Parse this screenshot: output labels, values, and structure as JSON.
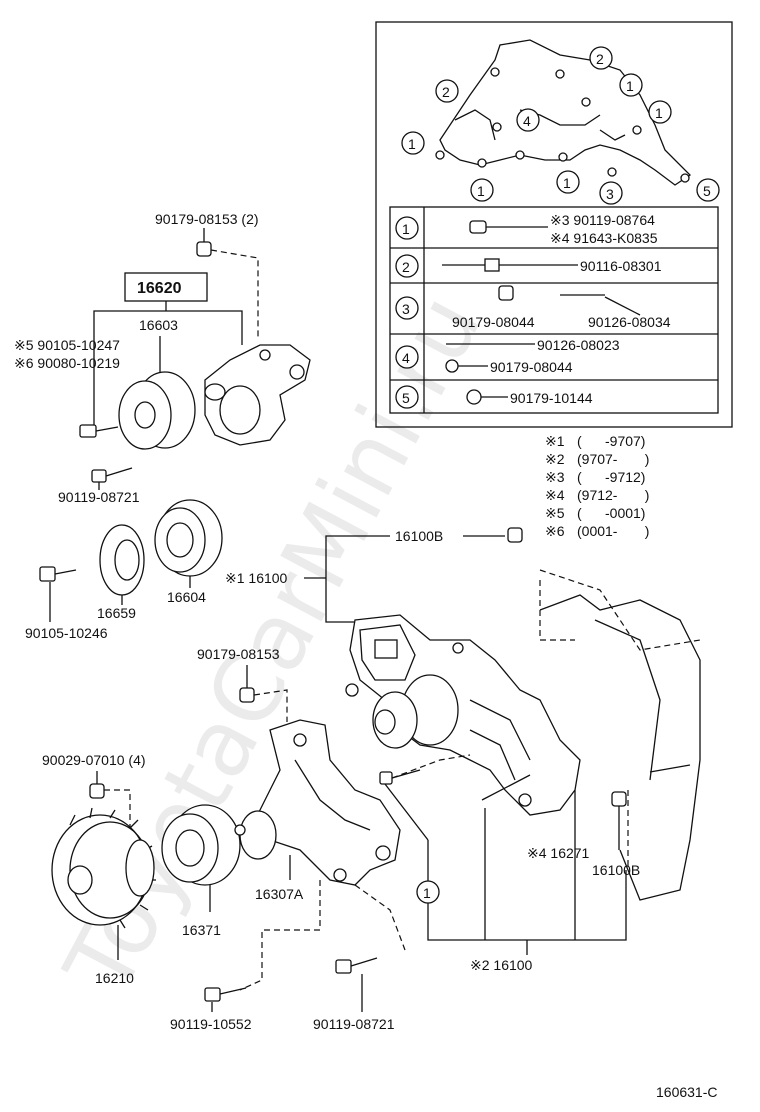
{
  "watermark": "ToyotaCarMini.ru",
  "diagram_code": "160631-C",
  "highlight_label": "16620",
  "labels": {
    "p90179_08153_2": "90179-08153 (2)",
    "p16603": "16603",
    "p90105_10247": "※5 90105-10247",
    "p90080_10219": "※6 90080-10219",
    "p90119_08721_top": "90119-08721",
    "p16659": "16659",
    "p16604": "16604",
    "p90105_10246": "90105-10246",
    "p16100B_top": "16100B",
    "p16100_main": "※1 16100",
    "p90179_08153": "90179-08153",
    "p90029_07010": "90029-07010 (4)",
    "p16307A": "16307A",
    "p16371": "16371",
    "p16210": "16210",
    "p90119_10552": "90119-10552",
    "p90119_08721_bot": "90119-08721",
    "p16271": "※4 16271",
    "p16100B_right": "16100B",
    "p16100_bottom": "※2 16100",
    "callout_1": "1"
  },
  "inset": {
    "markers": [
      "1",
      "2",
      "3",
      "4",
      "5"
    ],
    "rows": [
      {
        "num": "1",
        "parts": [
          "※3 90119-08764",
          "※4 91643-K0835"
        ]
      },
      {
        "num": "2",
        "parts": [
          "90116-08301"
        ]
      },
      {
        "num": "3",
        "parts": [
          "90179-08044",
          "90126-08034"
        ]
      },
      {
        "num": "4",
        "parts": [
          "90126-08023",
          "90179-08044"
        ]
      },
      {
        "num": "5",
        "parts": [
          "90179-10144"
        ]
      }
    ]
  },
  "footnotes": [
    {
      "mark": "※1",
      "range": "(      -9707)"
    },
    {
      "mark": "※2",
      "range": "(9707-       )"
    },
    {
      "mark": "※3",
      "range": "(      -9712)"
    },
    {
      "mark": "※4",
      "range": "(9712-       )"
    },
    {
      "mark": "※5",
      "range": "(      -0001)"
    },
    {
      "mark": "※6",
      "range": "(0001-       )"
    }
  ]
}
